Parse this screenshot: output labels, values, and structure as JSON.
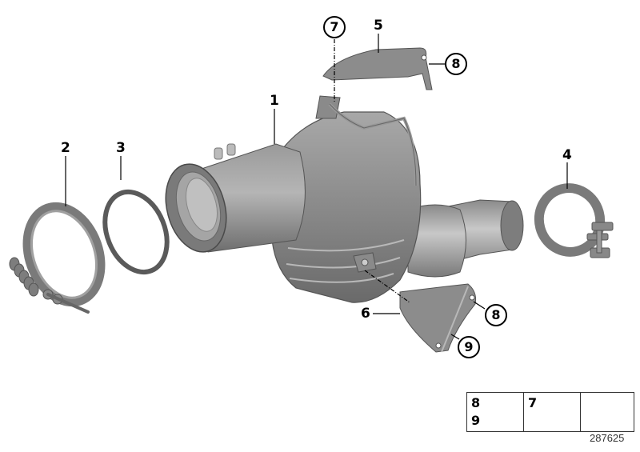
{
  "diagram": {
    "type": "exploded-parts-diagram",
    "subject": "exhaust catalytic converter / diesel particulate filter assembly",
    "colors": {
      "part_fill": "#8c8c8c",
      "part_dark": "#5e5e5e",
      "part_light": "#b8b8b8",
      "leader_line": "#000000",
      "background": "#ffffff"
    },
    "callouts": [
      {
        "number": "1",
        "style": "plain",
        "part": "catalytic-converter-dpf"
      },
      {
        "number": "2",
        "style": "plain",
        "part": "v-band-clamp"
      },
      {
        "number": "3",
        "style": "plain",
        "part": "gasket-ring"
      },
      {
        "number": "4",
        "style": "plain",
        "part": "exhaust-clamp"
      },
      {
        "number": "5",
        "style": "plain",
        "part": "upper-bracket"
      },
      {
        "number": "6",
        "style": "plain",
        "part": "lower-bracket"
      },
      {
        "number": "7",
        "style": "circled",
        "part": "torx-bolt"
      },
      {
        "number": "8",
        "style": "circled",
        "part": "hex-bolt-upper"
      },
      {
        "number": "8",
        "style": "circled",
        "part": "hex-bolt-lower"
      },
      {
        "number": "9",
        "style": "circled",
        "part": "hex-bolt-lower-2"
      }
    ]
  },
  "legend": {
    "cells": [
      {
        "numbers": [
          "8",
          "9"
        ],
        "icon": "hex-flange-bolt-icon"
      },
      {
        "numbers": [
          "7"
        ],
        "icon": "torx-bolt-icon"
      },
      {
        "numbers": [],
        "icon": "direction-arrow-icon"
      }
    ]
  },
  "document_number": "287625"
}
